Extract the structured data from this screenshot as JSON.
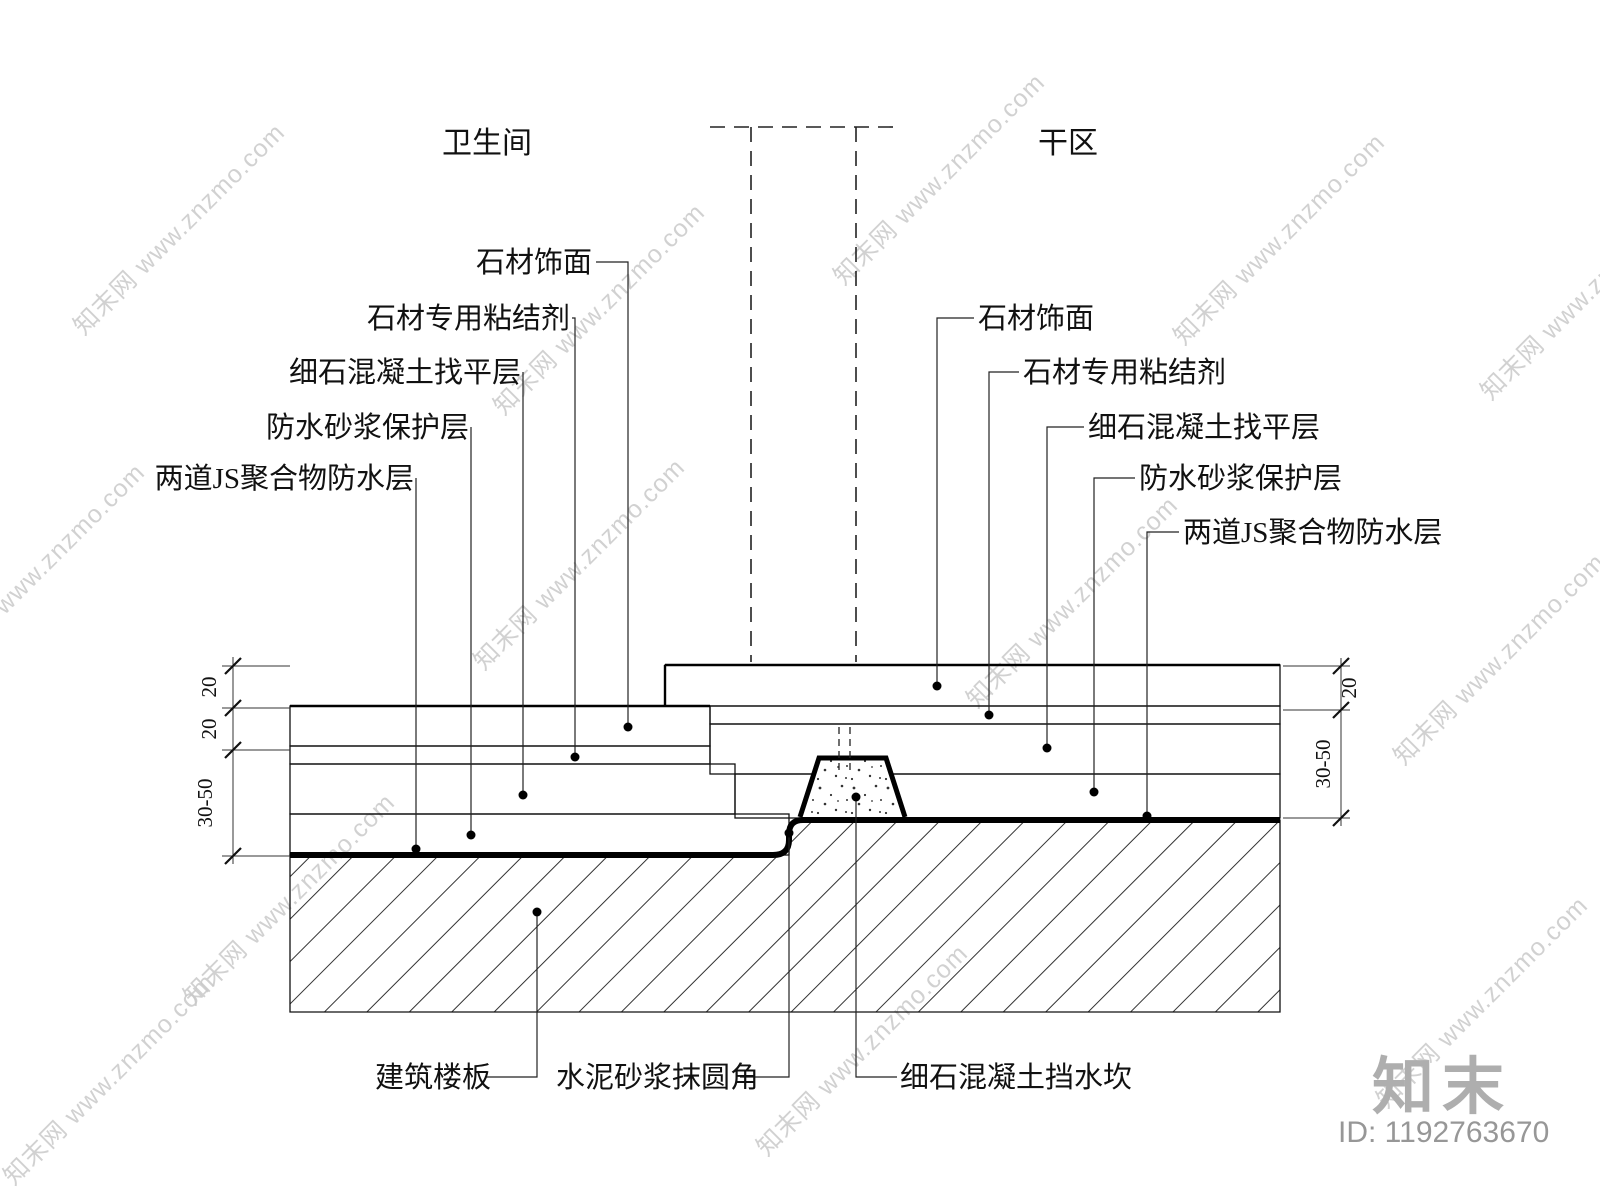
{
  "rooms": {
    "left": "卫生间",
    "right": "干区"
  },
  "layer_labels": {
    "left": [
      "石材饰面",
      "石材专用粘结剂",
      "细石混凝土找平层",
      "防水砂浆保护层",
      "两道JS聚合物防水层"
    ],
    "right": [
      "石材饰面",
      "石材专用粘结剂",
      "细石混凝土找平层",
      "防水砂浆保护层",
      "两道JS聚合物防水层"
    ],
    "bottom": [
      "建筑楼板",
      "水泥砂浆抹圆角",
      "细石混凝土挡水坎"
    ]
  },
  "dimensions": {
    "left": [
      "20",
      "20",
      "30-50"
    ],
    "right": [
      "20",
      "30-50"
    ]
  },
  "watermark": {
    "tile": "知末网 www.znzmo.com",
    "logo": "知末",
    "id_label": "ID: 1192763670"
  },
  "colors": {
    "line": "#111111",
    "adhesive_fill": "#c2c2c2",
    "watermark": "#c8c8c8"
  }
}
